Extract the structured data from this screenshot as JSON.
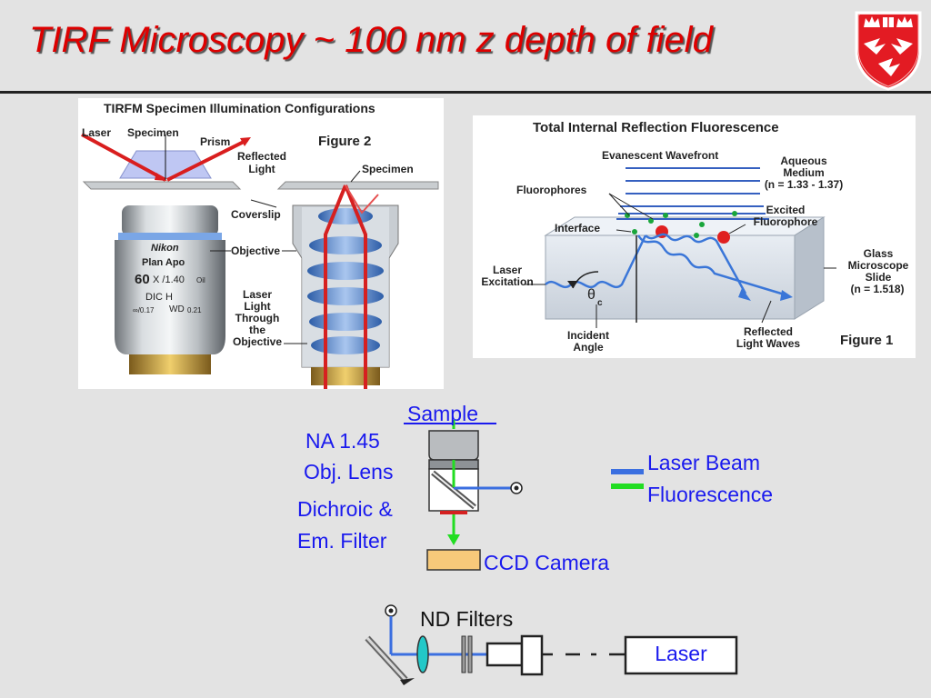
{
  "slide": {
    "title": "TIRF Microscopy ~ 100 nm z depth of field"
  },
  "left_figure": {
    "heading": "TIRFM Specimen Illumination Configurations",
    "figure_label": "Figure 2",
    "labels": {
      "laser": "Laser",
      "specimen_top": "Specimen",
      "prism": "Prism",
      "reflected": "Reflected",
      "light": "Light",
      "specimen_right": "Specimen",
      "coverslip": "Coverslip",
      "objective": "Objective",
      "laser_through_1": "Laser",
      "laser_through_2": "Light",
      "laser_through_3": "Through",
      "laser_through_4": "the",
      "laser_through_5": "Objective"
    },
    "lens_text": {
      "brand": "Nikon",
      "line1": "Plan Apo",
      "mag": "60",
      "x_na": "X /1.40",
      "oil": "Oil",
      "dic": "DIC H",
      "spec": "∞/0.17",
      "wd": "WD",
      "wd_val": "0.21"
    }
  },
  "right_figure": {
    "heading": "Total Internal Reflection Fluorescence",
    "figure_label": "Figure 1",
    "labels": {
      "evanescent": "Evanescent Wavefront",
      "aqueous_1": "Aqueous",
      "aqueous_2": "Medium",
      "aqueous_3": "(n = 1.33 - 1.37)",
      "fluorophores": "Fluorophores",
      "excited_1": "Excited",
      "excited_2": "Fluorophore",
      "interface": "Interface",
      "glass_1": "Glass",
      "glass_2": "Microscope",
      "glass_3": "Slide",
      "glass_4": "(n = 1.518)",
      "laser_exc_1": "Laser",
      "laser_exc_2": "Excitation",
      "theta": "θ",
      "theta_sub": "c",
      "incident_1": "Incident",
      "incident_2": "Angle",
      "reflected_1": "Reflected",
      "reflected_2": "Light Waves"
    }
  },
  "schematic": {
    "sample": "Sample",
    "na_1": "NA 1.45",
    "na_2": "Obj. Lens",
    "dichroic_1": "Dichroic &",
    "dichroic_2": "Em. Filter",
    "ccd": "CCD Camera",
    "legend_laser": "Laser Beam",
    "legend_fluor": "Fluorescence",
    "nd_filters": "ND Filters",
    "laser": "Laser"
  },
  "colors": {
    "title": "#dd0000",
    "laser_beam": "#3b6fe0",
    "fluorescence": "#22dd22",
    "label_blue": "#1a1aee",
    "ccd": "#f7c97a",
    "crest_red": "#e31b23"
  }
}
